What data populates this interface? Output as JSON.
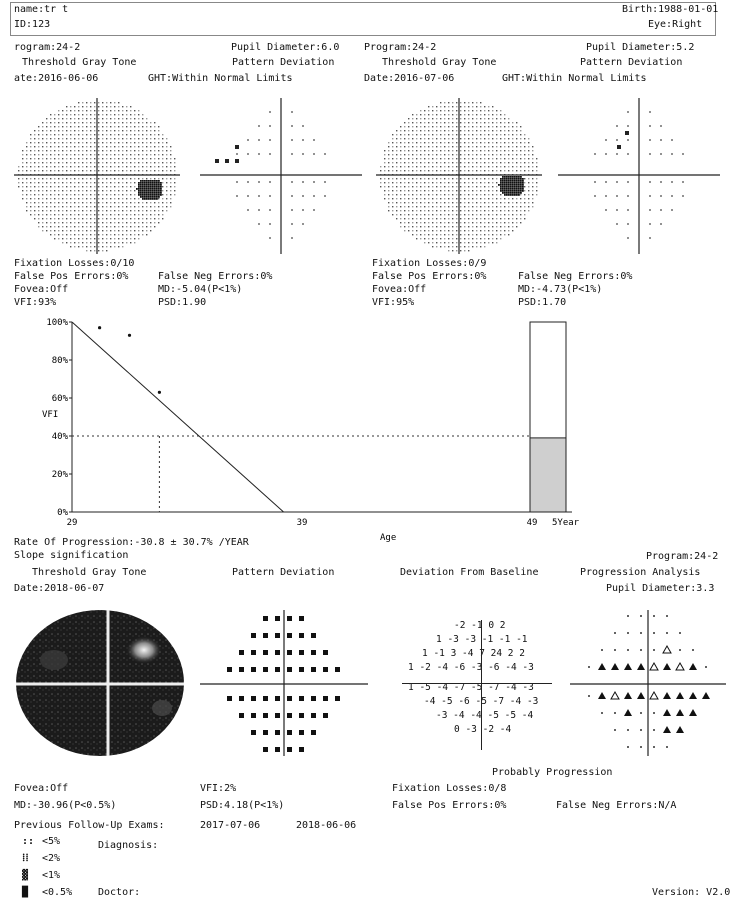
{
  "header": {
    "name": "name:tr t",
    "id": "ID:123",
    "birth": "Birth:1988-01-01",
    "eye": "Eye:Right"
  },
  "exam1": {
    "program": "rogram:24-2",
    "pupil": "Pupil Diameter:6.0",
    "gray_title": "Threshold Gray Tone",
    "pd_title": "Pattern Deviation",
    "date": "ate:2016-06-06",
    "ght": "GHT:Within Normal Limits",
    "fixation": "Fixation Losses:0/10",
    "false_pos": "False Pos Errors:0%",
    "false_neg": "False Neg Errors:0%",
    "fovea": "Fovea:Off",
    "md": "MD:-5.04(P<1%)",
    "vfi": "VFI:93%",
    "psd": "PSD:1.90"
  },
  "exam2": {
    "program": "Program:24-2",
    "pupil": "Pupil Diameter:5.2",
    "gray_title": "Threshold Gray Tone",
    "pd_title": "Pattern Deviation",
    "date": "Date:2016-07-06",
    "ght": "GHT:Within Normal Limits",
    "fixation": "Fixation Losses:0/9",
    "false_pos": "False Pos Errors:0%",
    "false_neg": "False Neg Errors:0%",
    "fovea": "Fovea:Off",
    "md": "MD:-4.73(P<1%)",
    "vfi": "VFI:95%",
    "psd": "PSD:1.70"
  },
  "chart_data": {
    "type": "line",
    "xlabel": "Age",
    "ylabel": "VFI",
    "x_ticks": [
      "29",
      "39",
      "49"
    ],
    "x_end_label": "5Year",
    "y_ticks": [
      "0%",
      "20%",
      "40%",
      "60%",
      "80%",
      "100%"
    ],
    "xlim": [
      29,
      49
    ],
    "ylim": [
      0,
      100
    ],
    "points": [
      {
        "x": 30.2,
        "y": 97
      },
      {
        "x": 31.5,
        "y": 93
      },
      {
        "x": 32.8,
        "y": 63
      }
    ],
    "trend_line": [
      {
        "x": 29,
        "y": 100
      },
      {
        "x": 38.2,
        "y": 0
      }
    ],
    "reference_y": 40,
    "dotted_x": 32.8,
    "bar": {
      "filled": 39,
      "color": "#cfcfcf"
    }
  },
  "progression": {
    "rate": "Rate Of Progression:-30.8 ± 30.7% /YEAR",
    "slope": "Slope signification"
  },
  "exam3": {
    "program": "Program:24-2",
    "gray_title": "Threshold Gray Tone",
    "pd_title": "Pattern Deviation",
    "dev_title": "Deviation From Baseline",
    "prog_title": "Progression Analysis",
    "date": "Date:2018-06-07",
    "pupil": "Pupil Diameter:3.3",
    "probably": "Probably Progression",
    "fovea": "Fovea:Off",
    "vfi": "VFI:2%",
    "fixation": "Fixation Losses:0/8",
    "md": "MD:-30.96(P<0.5%)",
    "psd": "PSD:4.18(P<1%)",
    "false_pos": "False Pos Errors:0%",
    "false_neg": "False Neg Errors:N/A",
    "followup": "Previous Follow-Up Exams:",
    "followup_date1": "2017-07-06",
    "followup_date2": "2018-06-06",
    "diagnosis": "Diagnosis:",
    "doctor": "Doctor:",
    "version": "Version: V2.0",
    "deviation_rows": [
      "-2 -1  0  2",
      "1 -3 -3 -1 -1 -1",
      "1 -1  3 -4  7 24  2  2",
      "1 -2 -4 -6 -3 -6 -4  -3",
      "1 -5 -4 -7 -5 -7 -4  -3",
      "-4 -5 -6 -5 -7 -4 -3",
      "-3 -4 -4 -5 -5 -4",
      "0 -3 -2 -4"
    ]
  },
  "legend": [
    {
      "symbol": "::",
      "label": "<5%"
    },
    {
      "symbol": "⁞⁞",
      "label": "<2%"
    },
    {
      "symbol": "▓",
      "label": "<1%"
    },
    {
      "symbol": "█",
      "label": "<0.5%"
    }
  ]
}
